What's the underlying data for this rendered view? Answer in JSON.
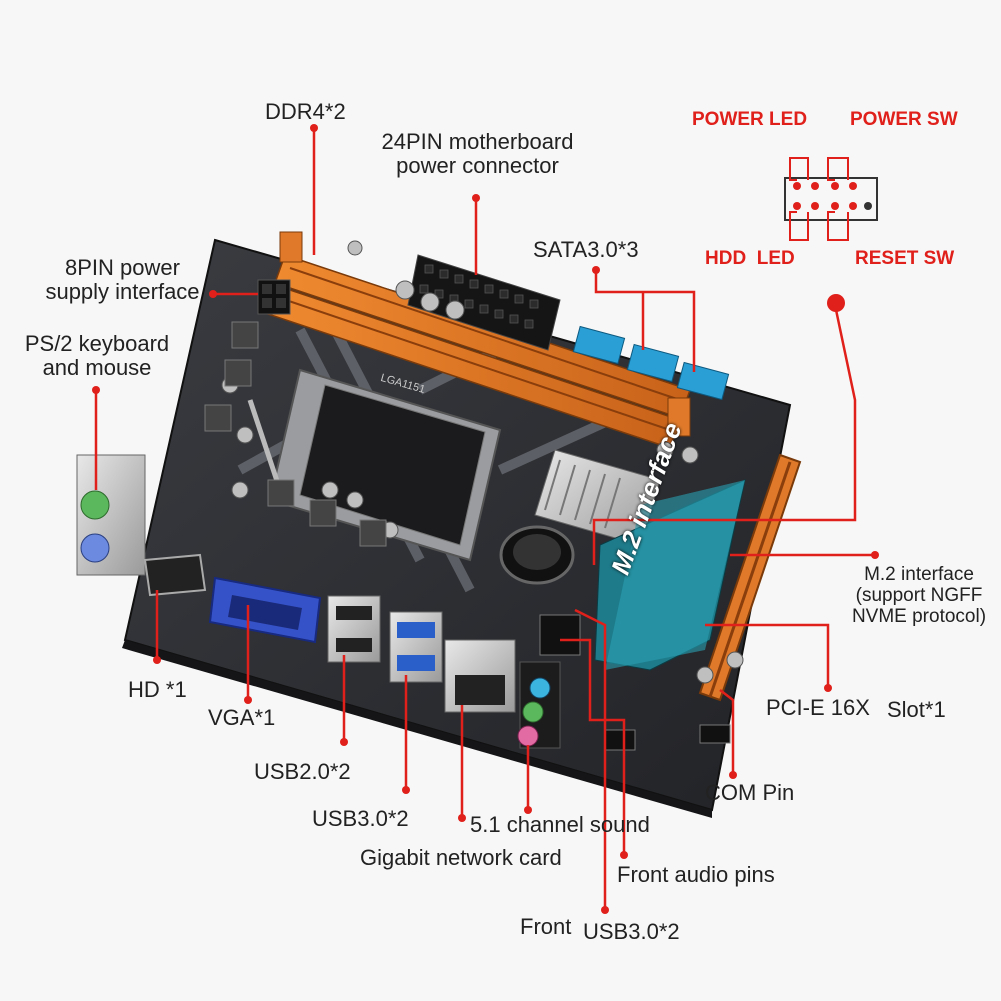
{
  "labels": {
    "ddr4": "DDR4*2",
    "power24_line1": "24PIN motherboard",
    "power24_line2": "power connector",
    "sata": "SATA3.0*3",
    "power8_line1": "8PIN power",
    "power8_line2": "supply interface",
    "ps2_line1": "PS/2 keyboard",
    "ps2_line2": "and mouse",
    "hd": "HD *1",
    "vga": "VGA*1",
    "usb20": "USB2.0*2",
    "usb30": "USB3.0*2",
    "sound": "5.1 channel sound",
    "lan": "Gigabit network card",
    "front_audio": "Front audio pins",
    "front_usb_a": "Front",
    "front_usb_b": "USB3.0*2",
    "com": "COM Pin",
    "pcie_a": "PCI-E 16X",
    "pcie_b": "Slot*1",
    "m2_line1": "M.2 interface",
    "m2_line2": "(support NGFF",
    "m2_line3": "NVME protocol)",
    "m2_board": "M.2 interface",
    "socket": "LGA1151"
  },
  "panel_header": {
    "power_led": "POWER LED",
    "power_sw": "POWER SW",
    "hdd_led": "HDD  LED",
    "reset_sw": "RESET SW"
  },
  "colors": {
    "accent_red": "#e0201a",
    "board": "#2b2d31",
    "dimm": "#e07a2a",
    "sata": "#2a9fd6",
    "usb3": "#2a5fc9"
  }
}
